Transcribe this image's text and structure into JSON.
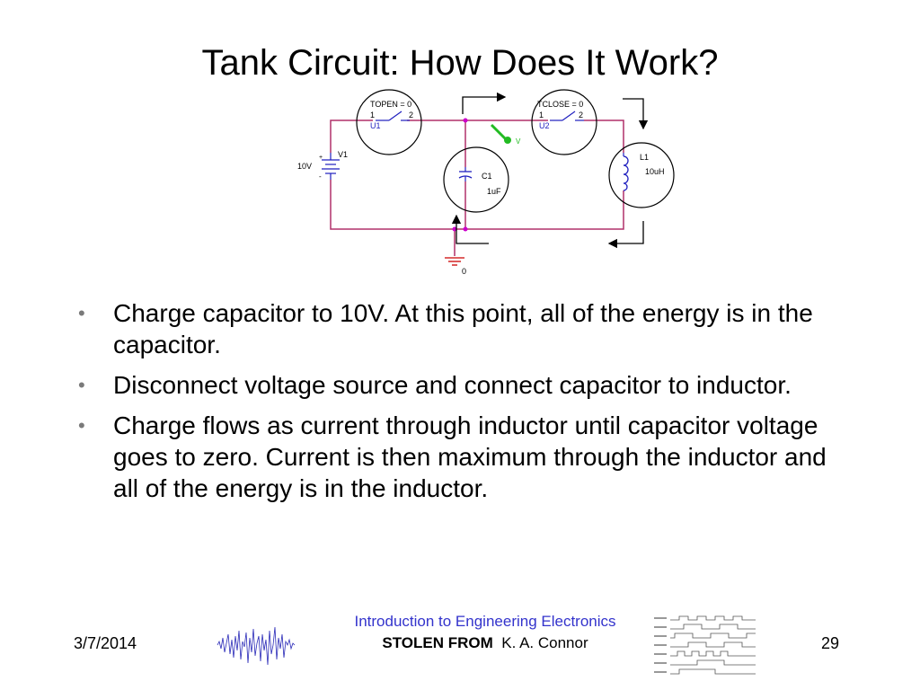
{
  "slide": {
    "title": "Tank Circuit: How Does It Work?",
    "bullets": [
      "Charge capacitor to 10V. At this point, all of the energy is in the capacitor.",
      "Disconnect voltage source and connect capacitor to inductor.",
      "Charge flows as current through inductor until capacitor voltage goes to zero. Current is then maximum through the inductor and all of the energy is in the inductor."
    ],
    "bullet_glyph": "•"
  },
  "circuit": {
    "switch_u1": {
      "param": "TOPEN = 0",
      "pin1": "1",
      "pin2": "2",
      "name": "U1"
    },
    "switch_u2": {
      "param": "TCLOSE = 0",
      "pin1": "1",
      "pin2": "2",
      "name": "U2"
    },
    "source": {
      "name": "V1",
      "value": "10V",
      "plus": "+",
      "minus": "-"
    },
    "capacitor": {
      "name": "C1",
      "value": "1uF"
    },
    "inductor": {
      "name": "L1",
      "value": "10uH"
    },
    "probe": {
      "label": "V"
    },
    "ground": {
      "label": "0"
    }
  },
  "footer": {
    "date": "3/7/2014",
    "course": "Introduction to Engineering Electronics",
    "credit_bold": "STOLEN FROM",
    "credit_name": "K. A. Connor",
    "page": "29"
  },
  "colors": {
    "wire": "#b0306a",
    "component": "#1f1fbf",
    "probe": "#22bb22",
    "node": "#cc00cc",
    "course_text": "#3333cc"
  }
}
